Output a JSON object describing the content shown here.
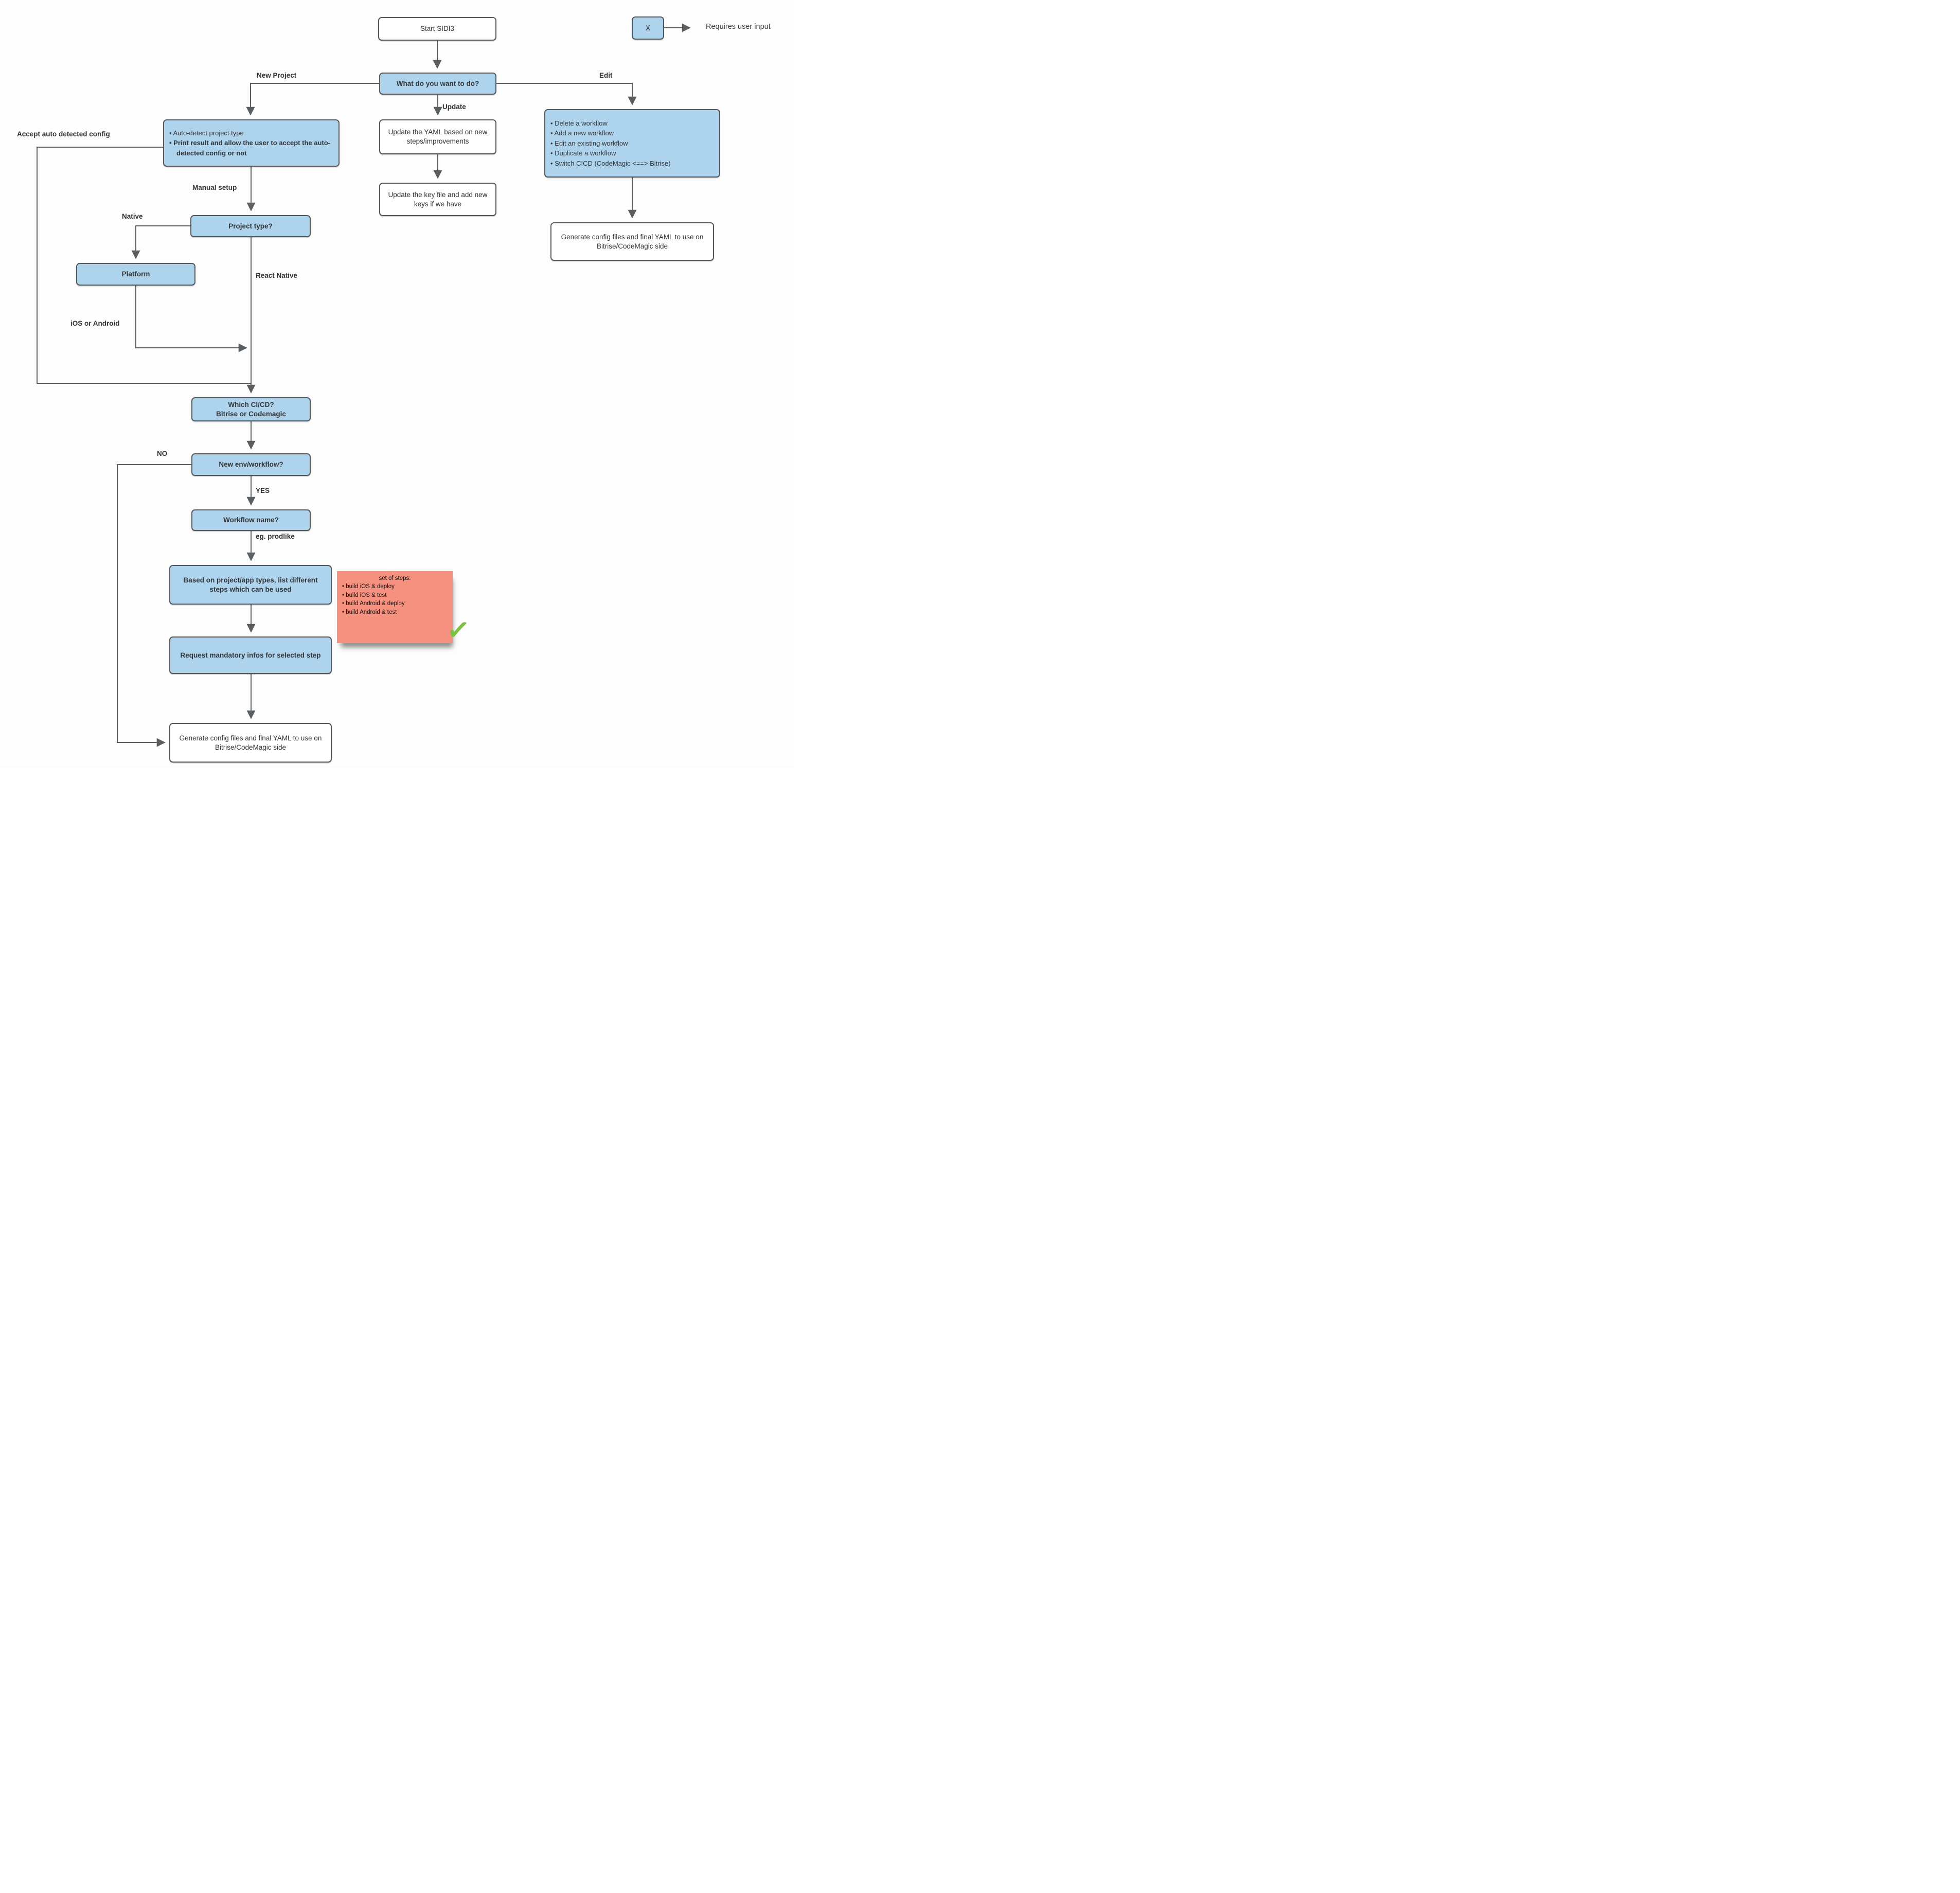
{
  "title": "SIDI3 flow diagram",
  "colors": {
    "node_fill_blue": "#aed3ec",
    "node_fill_white": "#ffffff",
    "node_border": "#54585b",
    "connector": "#5b5e60",
    "sticky_fill": "#f5917e",
    "check_green": "#7dc142"
  },
  "legend": {
    "symbol": "X",
    "label": "Requires user input"
  },
  "nodes": {
    "start": {
      "label": "Start SIDI3"
    },
    "what": {
      "label": "What do you want to do?"
    },
    "auto_detect": {
      "items": [
        "Auto-detect project type",
        "Print result and allow the user to accept the auto-detected config or not"
      ]
    },
    "update_yaml": {
      "label": "Update the YAML based on new steps/improvements"
    },
    "update_keys": {
      "label": "Update the key file and add new keys if we have"
    },
    "edit_options": {
      "items": [
        "Delete a workflow",
        "Add a new workflow",
        "Edit an existing workflow",
        "Duplicate a workflow",
        "Switch CICD (CodeMagic <==> Bitrise)"
      ]
    },
    "generate_right": {
      "label": "Generate config files and final YAML to use on Bitrise/CodeMagic side"
    },
    "project_type": {
      "label": "Project type?"
    },
    "platform": {
      "label": "Platform"
    },
    "which_cicd": {
      "line1": "Which CI/CD?",
      "line2": "Bitrise or Codemagic"
    },
    "new_env": {
      "label": "New env/workflow?"
    },
    "workflow_name": {
      "label": "Workflow name?"
    },
    "list_steps": {
      "label": "Based on project/app types, list different steps which can be used"
    },
    "request_infos": {
      "label": "Request mandatory infos for selected step"
    },
    "generate_bottom": {
      "label": "Generate config files and final YAML to use on Bitrise/CodeMagic side"
    }
  },
  "edge_labels": {
    "new_project": "New Project",
    "edit": "Edit",
    "update": "Update",
    "accept_config": "Accept auto detected config",
    "manual_setup": "Manual setup",
    "native": "Native",
    "react_native": "React Native",
    "ios_or_android": "iOS or Android",
    "no": "NO",
    "yes": "YES",
    "eg_prodlike": "eg. prodlike"
  },
  "sticky_note": {
    "title": "set of steps:",
    "items": [
      "build iOS & deploy",
      "build iOS & test",
      "build Android & deploy",
      "build Android & test"
    ]
  },
  "check_icon_glyph": "✓"
}
